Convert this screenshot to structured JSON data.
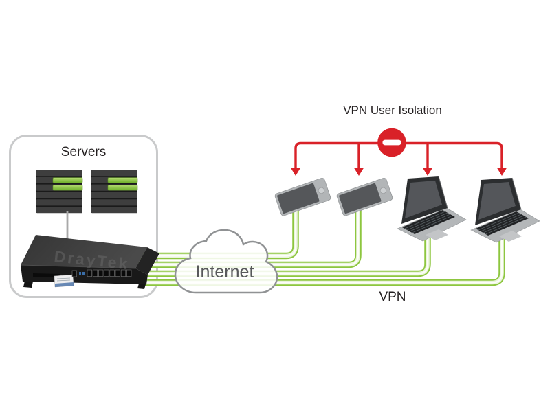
{
  "labels": {
    "servers": "Servers",
    "isolation": "VPN User Isolation",
    "internet": "Internet",
    "vpn": "VPN",
    "router_brand": "DrayTek"
  },
  "colors": {
    "tunnel_green": "#8dc63f",
    "tunnel_core": "#fcfdf9",
    "isolation_red": "#d92128",
    "server_slat": "#3e3e3e",
    "server_green": "#8cc63e",
    "cloud_stroke": "#909294",
    "box_border": "#c9cacb",
    "text_dark": "#231f20",
    "text_gray": "#58595b"
  },
  "nodes": {
    "servers_box": {
      "label": "Servers",
      "server_count": 2
    },
    "router": {
      "brand": "DrayTek",
      "type": "vpn-router"
    },
    "cloud": {
      "label": "Internet"
    },
    "clients": [
      {
        "type": "smartphone"
      },
      {
        "type": "smartphone"
      },
      {
        "type": "laptop"
      },
      {
        "type": "laptop"
      }
    ]
  },
  "connections": {
    "tunnel_count": 4,
    "tunnel_label": "VPN",
    "isolation": {
      "label": "VPN User Isolation",
      "blocked_clients": 4
    }
  }
}
